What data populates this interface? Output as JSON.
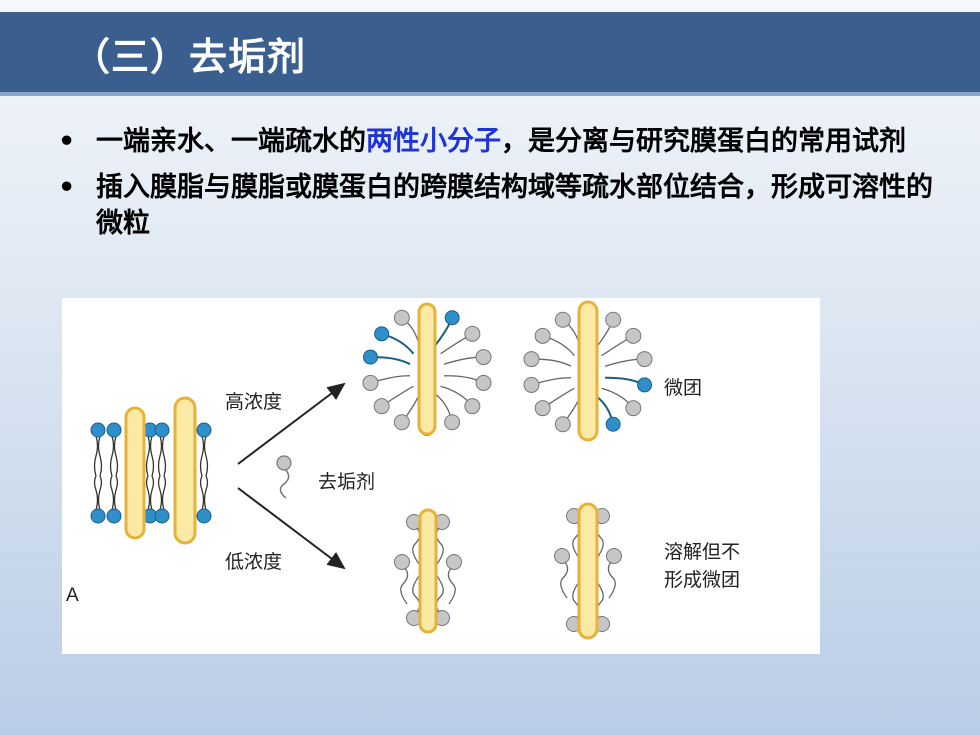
{
  "slide": {
    "title": "（三）去垢剂",
    "bullets": [
      {
        "pre": "一端亲水、一端疏水的",
        "highlight": "两性小分子",
        "post": "，是分离与研究膜蛋白的常用试剂"
      },
      {
        "text": "插入膜脂与膜脂或膜蛋白的跨膜结构域等疏水部位结合，形成可溶性的微粒"
      }
    ],
    "bullet_symbol": "•"
  },
  "figure": {
    "labels": {
      "high": "高浓度",
      "low": "低浓度",
      "detergent": "去垢剂",
      "micelle": "微团",
      "dissolve_line1": "溶解但不",
      "dissolve_line2": "形成微团",
      "panel": "A"
    },
    "colors": {
      "lipid_head": "#2f8fc9",
      "detergent_head": "#c6c6c6",
      "protein_fill": "#fbe9a6",
      "protein_stroke": "#e6b23a",
      "title_bar": "#3a5f8f",
      "highlight": "#1f33d6"
    }
  }
}
